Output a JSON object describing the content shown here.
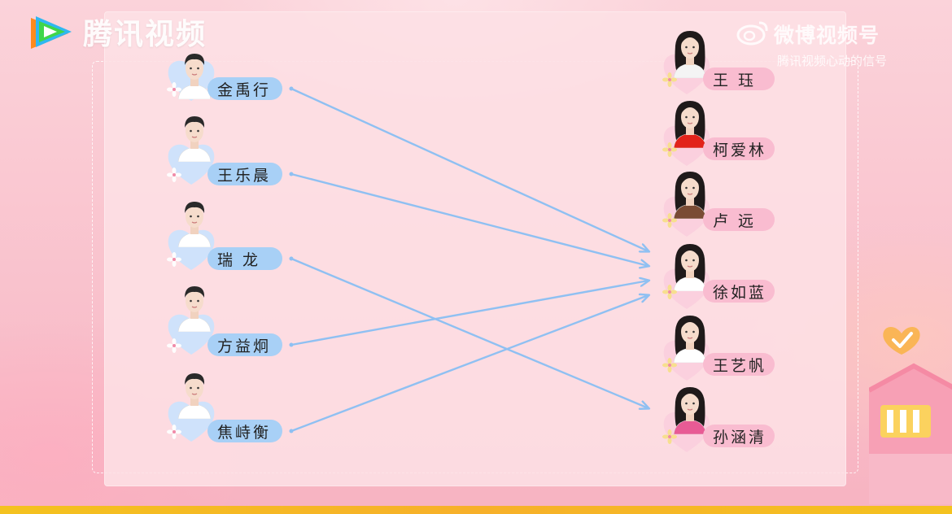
{
  "branding": {
    "app_title": "腾讯视频",
    "watermark_title": "微博视频号",
    "watermark_subtitle": "腾讯视频心动的信号"
  },
  "colors": {
    "male_pill": "#a8d0f6",
    "female_pill": "#f9bcd0",
    "arrow": "#8fc0f2",
    "panel": "#fde0e5"
  },
  "males": [
    {
      "id": "m1",
      "name": "金禹行"
    },
    {
      "id": "m2",
      "name": "王乐晨"
    },
    {
      "id": "m3",
      "name": "瑞 龙"
    },
    {
      "id": "m4",
      "name": "方益炯"
    },
    {
      "id": "m5",
      "name": "焦峙衡"
    }
  ],
  "females": [
    {
      "id": "f1",
      "name": "王 珏"
    },
    {
      "id": "f2",
      "name": "柯爱林"
    },
    {
      "id": "f3",
      "name": "卢 远"
    },
    {
      "id": "f4",
      "name": "徐如蓝"
    },
    {
      "id": "f5",
      "name": "王艺帆"
    },
    {
      "id": "f6",
      "name": "孙涵清"
    }
  ],
  "connections": [
    {
      "from": "m1",
      "to": "f4"
    },
    {
      "from": "m2",
      "to": "f4"
    },
    {
      "from": "m3",
      "to": "f6"
    },
    {
      "from": "m4",
      "to": "f4"
    },
    {
      "from": "m5",
      "to": "f4"
    }
  ]
}
